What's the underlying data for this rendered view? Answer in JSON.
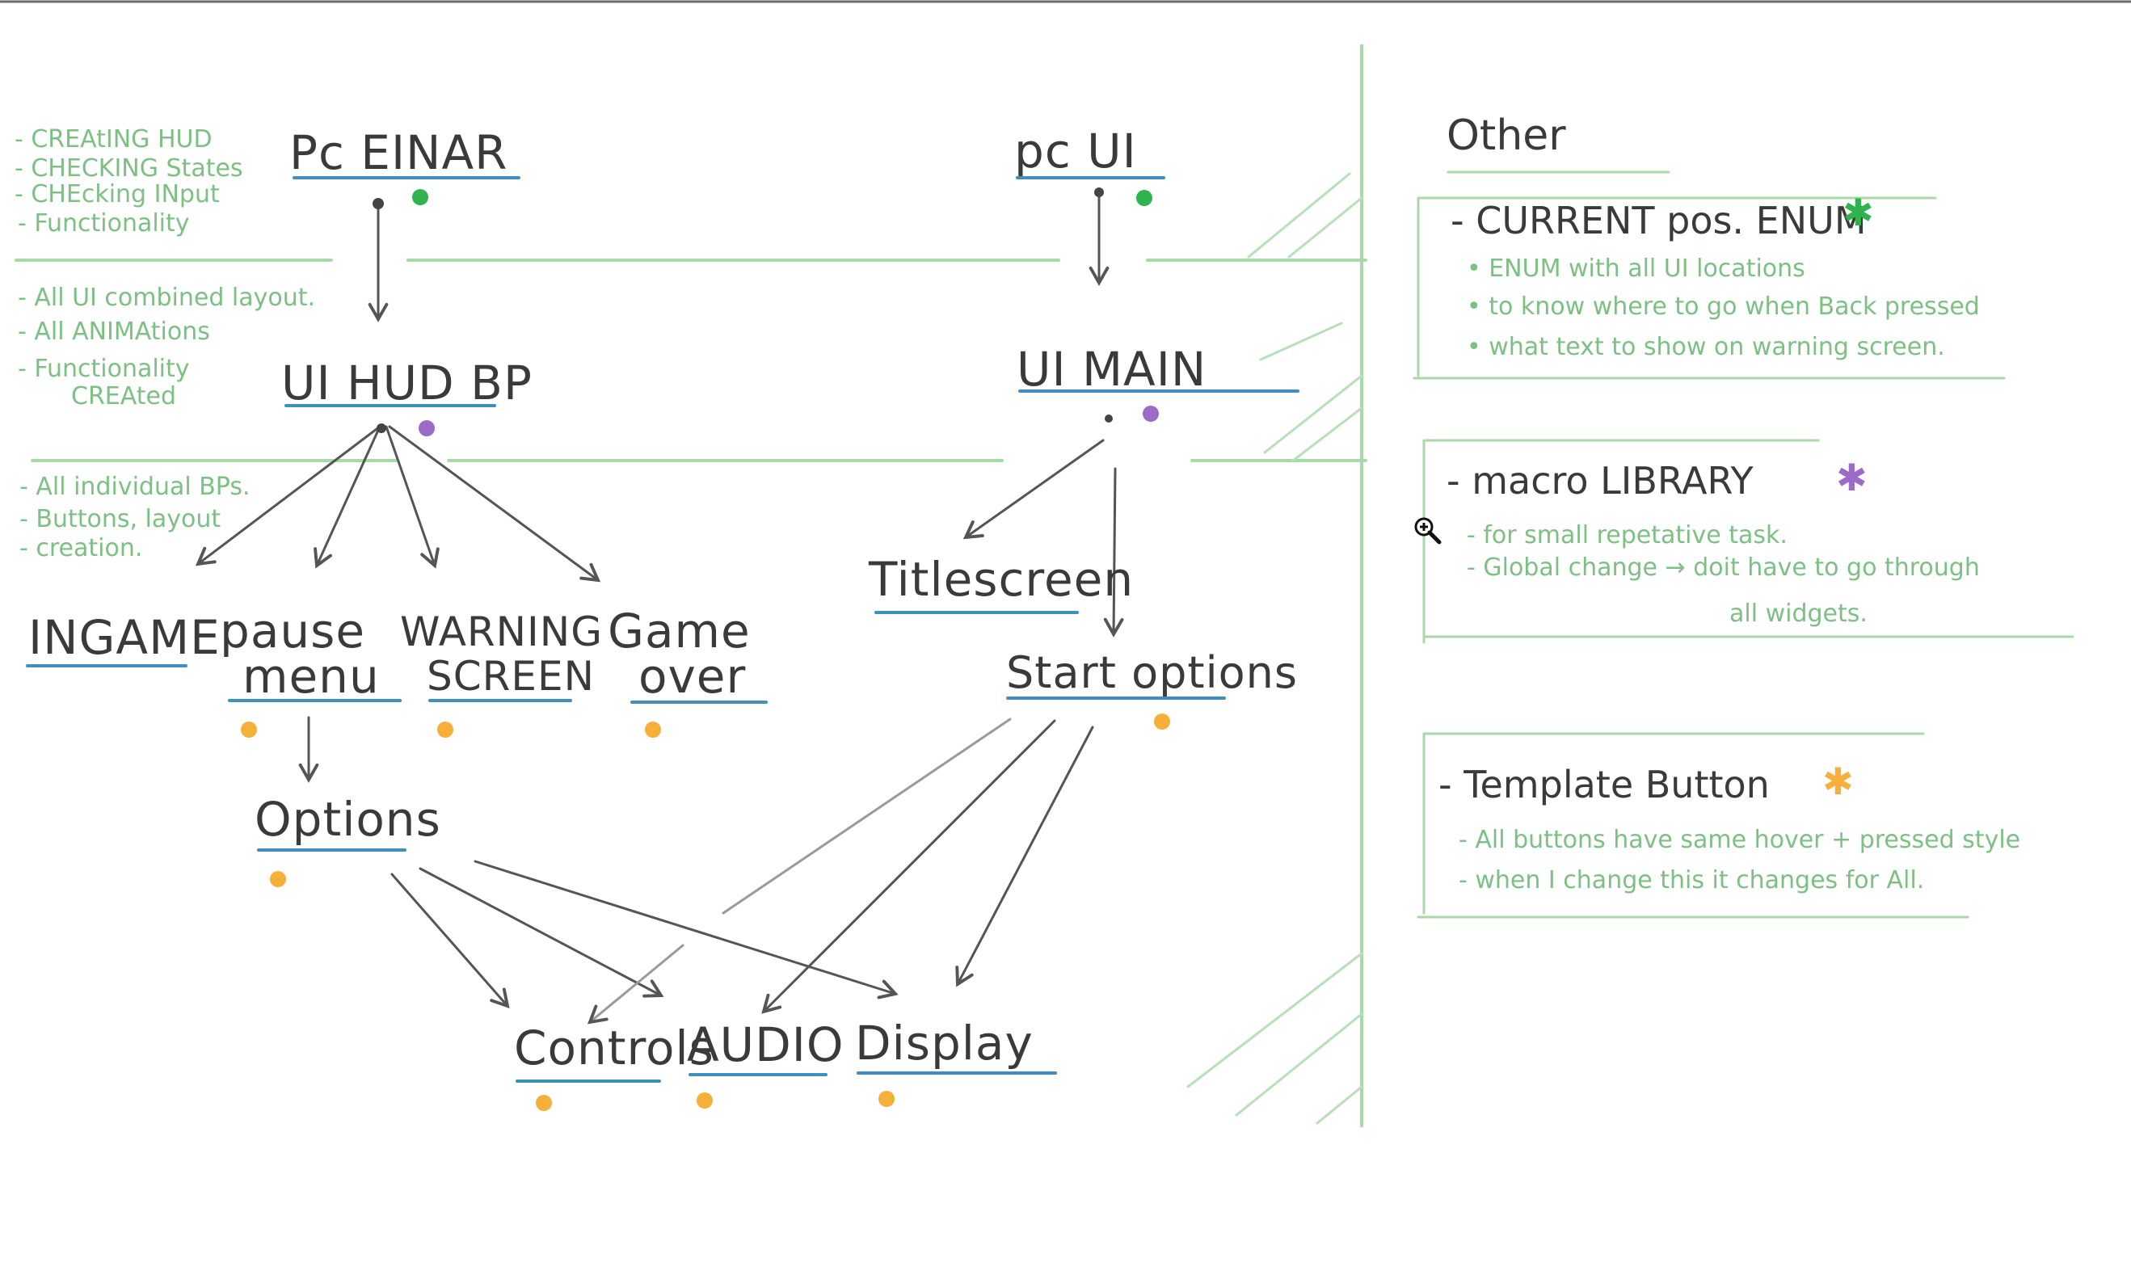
{
  "colors": {
    "ink": "#3a3a3a",
    "note_green": "#7cc083",
    "underline_blue": "#3f8fbf",
    "dot_green": "#2eb34f",
    "dot_purple": "#9b6bc7",
    "dot_orange": "#f6b03a",
    "star_green": "#2eb34f",
    "star_purple": "#9b6bc7",
    "star_orange": "#f6b03a"
  },
  "nodes": {
    "pc_einar": "Pc EINAR",
    "pc_ui": "pc UI",
    "ui_hud_bp": "UI HUD BP",
    "ui_main": "UI MAIN",
    "ingame": "INGAME",
    "pause_menu_line1": "pause",
    "pause_menu_line2": "menu",
    "warning_line1": "WARNING",
    "warning_line2": "SCREEN",
    "game_over_line1": "Game",
    "game_over_line2": "over",
    "titlescreen": "Titlescreen",
    "start_options": "Start options",
    "options": "Options",
    "controls": "Controls",
    "audio": "AUDIO",
    "display": "Display"
  },
  "notes": {
    "pc_einar": [
      "- CREAtING HUD",
      "- CHECKING States",
      "- CHEcking INput",
      "- Functionality"
    ],
    "ui_hud": [
      "- All UI combined layout.",
      "- All ANIMAtions",
      "- Functionality",
      "CREAted"
    ],
    "individual": [
      "- All individual BPs.",
      "- Buttons, layout",
      "- creation."
    ]
  },
  "side": {
    "title": "Other",
    "sections": [
      {
        "heading": "- CURRENT pos. ENUM",
        "star_color": "star_green",
        "items": [
          "• ENUM with all UI locations",
          "• to know where to go when Back pressed",
          "• what text to show on warning screen."
        ]
      },
      {
        "heading": "- macro LIBRARY",
        "star_color": "star_purple",
        "items": [
          "- for small repetative task.",
          "- Global change → doit have to go through",
          "all widgets."
        ]
      },
      {
        "heading": "- Template Button",
        "star_color": "star_orange",
        "items": [
          "- All buttons have same hover + pressed style",
          "- when I change this it changes for All."
        ]
      }
    ]
  },
  "icons": {
    "magnifier": "zoom-in-cursor-icon",
    "star": "asterisk-icon"
  },
  "star_glyph": "✱"
}
